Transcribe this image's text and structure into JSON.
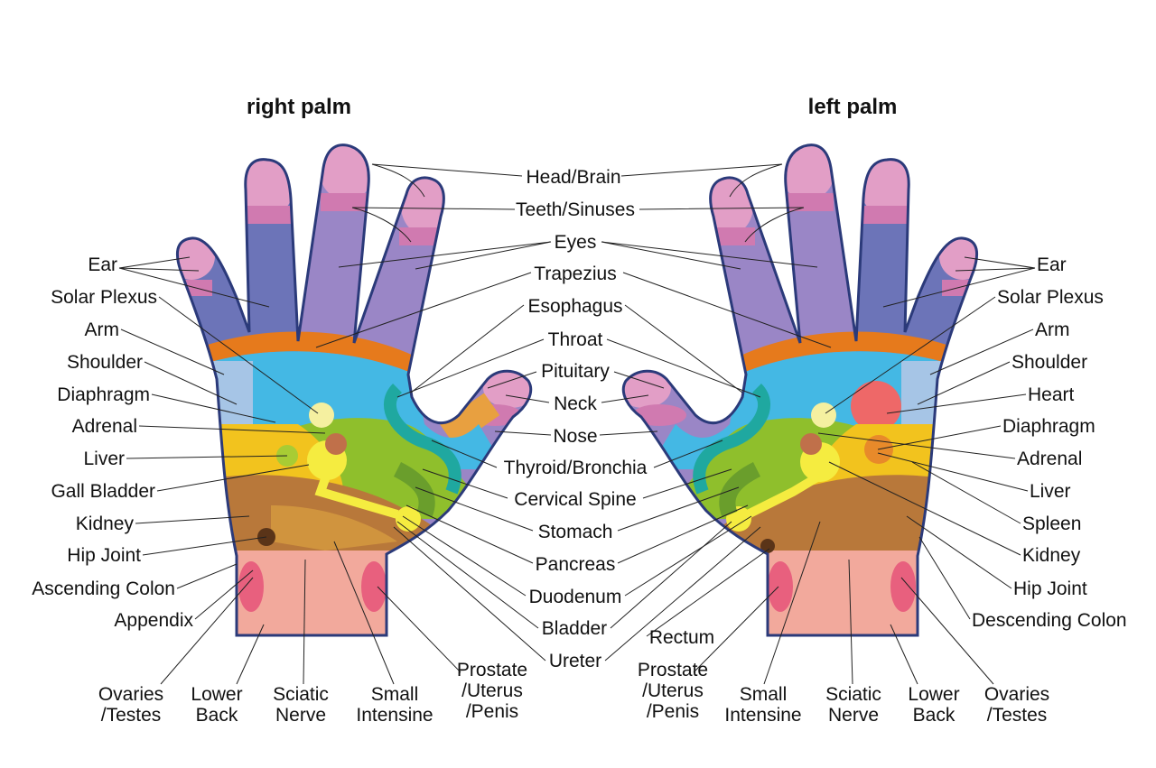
{
  "titles": {
    "right": "right palm",
    "left": "left palm"
  },
  "center_labels": {
    "head_brain": "Head/Brain",
    "teeth_sinuses": "Teeth/Sinuses",
    "eyes": "Eyes",
    "trapezius": "Trapezius",
    "esophagus": "Esophagus",
    "throat": "Throat",
    "pituitary": "Pituitary",
    "neck": "Neck",
    "nose": "Nose",
    "thyroid_bronchia": "Thyroid/Bronchia",
    "cervical_spine": "Cervical Spine",
    "stomach": "Stomach",
    "pancreas": "Pancreas",
    "duodenum": "Duodenum",
    "bladder": "Bladder",
    "ureter": "Ureter",
    "rectum": "Rectum"
  },
  "right_side_labels": {
    "ear": "Ear",
    "solar_plexus": "Solar Plexus",
    "arm": "Arm",
    "shoulder": "Shoulder",
    "diaphragm": "Diaphragm",
    "adrenal": "Adrenal",
    "liver": "Liver",
    "gall_bladder": "Gall Bladder",
    "kidney": "Kidney",
    "hip_joint": "Hip Joint",
    "ascending_colon": "Ascending Colon",
    "appendix": "Appendix"
  },
  "left_side_labels": {
    "ear": "Ear",
    "solar_plexus": "Solar Plexus",
    "arm": "Arm",
    "shoulder": "Shoulder",
    "heart": "Heart",
    "diaphragm": "Diaphragm",
    "adrenal": "Adrenal",
    "liver": "Liver",
    "spleen": "Spleen",
    "kidney": "Kidney",
    "hip_joint": "Hip Joint",
    "descending_colon": "Descending Colon"
  },
  "bottom_right_palm": {
    "ovaries_1": "Ovaries",
    "ovaries_2": "/Testes",
    "lower_1": "Lower",
    "lower_2": "Back",
    "sciatic_1": "Sciatic",
    "sciatic_2": "Nerve",
    "small_1": "Small",
    "small_2": "Intensine",
    "prostate_1": "Prostate",
    "prostate_2": "/Uterus",
    "prostate_3": "/Penis"
  },
  "bottom_left_palm": {
    "prostate_1": "Prostate",
    "prostate_2": "/Uterus",
    "prostate_3": "/Penis",
    "small_1": "Small",
    "small_2": "Intensine",
    "sciatic_1": "Sciatic",
    "sciatic_2": "Nerve",
    "lower_1": "Lower",
    "lower_2": "Back",
    "ovaries_1": "Ovaries",
    "ovaries_2": "/Testes"
  },
  "colors": {
    "finger_violet": "#9a86c6",
    "finger_blue": "#6c74b8",
    "finger_tip": "#e29ec6",
    "finger_tip_band": "#d07ab0",
    "palm_blue": "#44b8e4",
    "palm_orange": "#e67a1c",
    "palm_green": "#8fbf2c",
    "palm_yellow": "#f2c31e",
    "palm_brown": "#b8783a",
    "wrist_pink": "#f2a99c",
    "outline": "#2b3a7a"
  }
}
